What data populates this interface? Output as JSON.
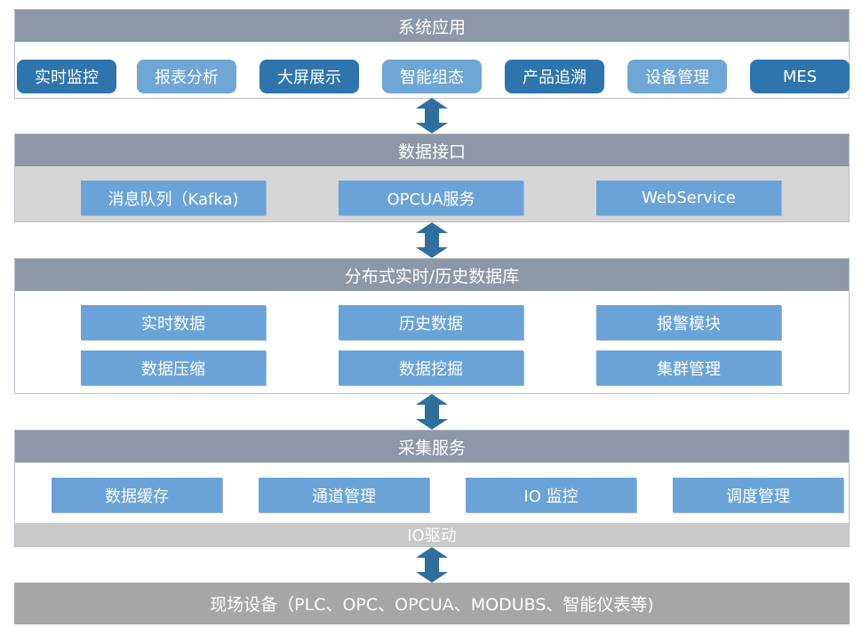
{
  "layers": {
    "app": {
      "title": "系统应用",
      "items": [
        {
          "label": "实时监控",
          "style": "dark"
        },
        {
          "label": "报表分析",
          "style": "light"
        },
        {
          "label": "大屏展示",
          "style": "dark"
        },
        {
          "label": "智能组态",
          "style": "light"
        },
        {
          "label": "产品追溯",
          "style": "dark"
        },
        {
          "label": "设备管理",
          "style": "light"
        },
        {
          "label": "MES",
          "style": "dark"
        }
      ]
    },
    "interface": {
      "title": "数据接口",
      "items": [
        "消息队列（Kafka)",
        "OPCUA服务",
        "WebService"
      ]
    },
    "database": {
      "title": "分布式实时/历史数据库",
      "items": [
        "实时数据",
        "历史数据",
        "报警模块",
        "数据压缩",
        "数据挖掘",
        "集群管理"
      ]
    },
    "collect": {
      "title": "采集服务",
      "items": [
        "数据缓存",
        "通道管理",
        "IO 监控",
        "调度管理"
      ],
      "driver": "IO驱动"
    },
    "field": {
      "label": "现场设备（PLC、OPC、OPCUA、MODUBS、智能仪表等)"
    }
  },
  "colors": {
    "header": "#8c97a8",
    "dark_button": "#2e74ad",
    "light_button": "#6ea6d6",
    "rect_button": "#6aa3d8",
    "arrow": "#2f6f9e",
    "field": "#a6a6a6"
  }
}
